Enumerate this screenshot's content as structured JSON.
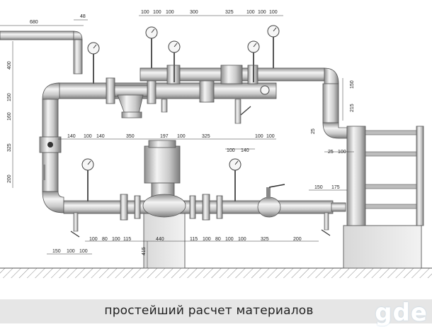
{
  "caption": "простейший расчет материалов",
  "watermark": "gde",
  "colors": {
    "pipe": "#c8c8c8",
    "pipe_edge": "#555555",
    "floor_hatch": "#8a8a8a",
    "caption_bg": "#e6e6e6",
    "logo_glow": "#bcd4e6"
  },
  "dimensions": {
    "top": [
      "680",
      "48",
      "100",
      "100",
      "100",
      "300",
      "325",
      "100",
      "100",
      "100"
    ],
    "left_vertical": [
      "400",
      "150",
      "160",
      "325",
      "200"
    ],
    "right_vertical": [
      "150",
      "215",
      "25"
    ],
    "upper_row": [
      "140",
      "100",
      "140",
      "350",
      "197",
      "100",
      "325",
      "100",
      "100"
    ],
    "upper_sub": [
      "100",
      "140"
    ],
    "exchanger": [
      "25",
      "100"
    ],
    "lower_row": [
      "100",
      "80",
      "100",
      "115",
      "440",
      "115",
      "100",
      "80",
      "100",
      "100",
      "325",
      "200"
    ],
    "lower_right": [
      "150",
      "175"
    ],
    "bottom_left": [
      "150",
      "100",
      "100"
    ],
    "pump_height": "415"
  }
}
